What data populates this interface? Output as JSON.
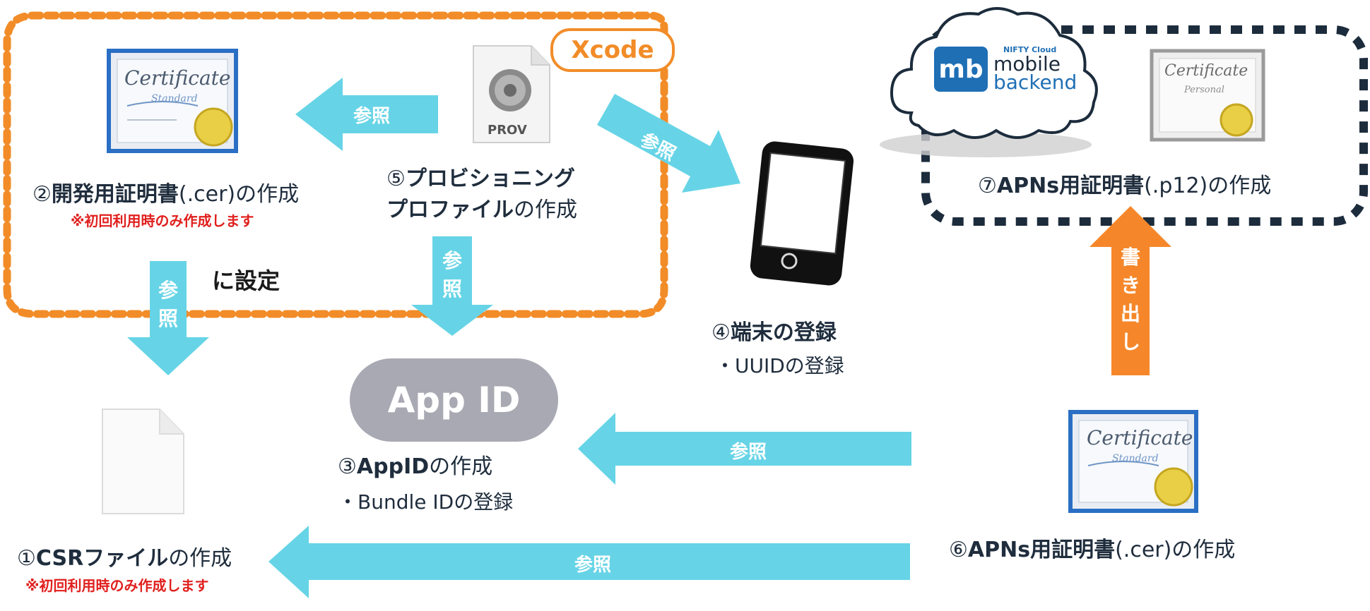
{
  "xcode_badge": "Xcode",
  "set_in_label": "に設定",
  "app_id_pill": "App ID",
  "brand": {
    "tagline": "NIFTY Cloud",
    "line1": "mobile",
    "line2": "backend",
    "logo_letters": "mb"
  },
  "steps": {
    "step1": {
      "prefix": "①",
      "bold": "CSRファイル",
      "suffix": "の作成",
      "note": "※初回利用時のみ作成します"
    },
    "step2": {
      "prefix": "②",
      "bold": "開発用証明書",
      "suffix": "(.cer)の作成",
      "note": "※初回利用時のみ作成します"
    },
    "step3": {
      "prefix": "③",
      "bold": "AppID",
      "suffix": "の作成",
      "sub": "・Bundle IDの登録"
    },
    "step4": {
      "prefix": "④",
      "bold": "端末の登録",
      "sub": "・UUIDの登録"
    },
    "step5": {
      "prefix": "⑤",
      "bold_line1": "プロビショニング",
      "bold_line2": "プロファイル",
      "suffix": "の作成"
    },
    "step6": {
      "prefix": "⑥",
      "bold": "APNs用証明書",
      "suffix": "(.cer)の作成"
    },
    "step7": {
      "prefix": "⑦",
      "bold": "APNs用証明書",
      "suffix": "(.p12)の作成"
    }
  },
  "arrows": {
    "ref_5_to_2": "参照",
    "ref_5_to_device": "参照",
    "ref_2_down_v": [
      "参",
      "照"
    ],
    "ref_5_down_v": [
      "参",
      "照"
    ],
    "ref_6_to_3": "参照",
    "ref_6_to_1": "参照",
    "export_v": [
      "書",
      "き",
      "出",
      "し"
    ]
  },
  "icons": {
    "certificate_script": "Certificate",
    "certificate_sub": "Standard",
    "certificate_personal_sub": "Personal",
    "prov_label": "PROV"
  },
  "colors": {
    "arrow_cyan": "#66d4e6",
    "arrow_orange": "#f5872a",
    "xcode_orange": "#f28c28",
    "dark_navy": "#1f2d3d",
    "red_note": "#e0201e",
    "pill_gray": "#a9a9b3",
    "brand_blue": "#1f6fb5"
  }
}
